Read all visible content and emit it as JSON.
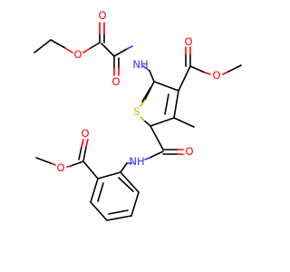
{
  "molecule": {
    "element_colors": {
      "C": "#000000",
      "O": "#ff0000",
      "N": "#3333ff",
      "S": "#c8b400"
    },
    "atom_labels": {
      "o_ester1_single": "O",
      "o_ester1_carbonyl": "O",
      "o_amide1_carbonyl": "O",
      "n_amide1": "NH",
      "o_ester2_carbonyl": "O",
      "o_ester2_single": "O",
      "s_ring": "S",
      "o_amide2_carbonyl": "O",
      "n_amide2": "NH",
      "o_ester3_carbonyl": "O",
      "o_ester3_single": "O"
    }
  }
}
